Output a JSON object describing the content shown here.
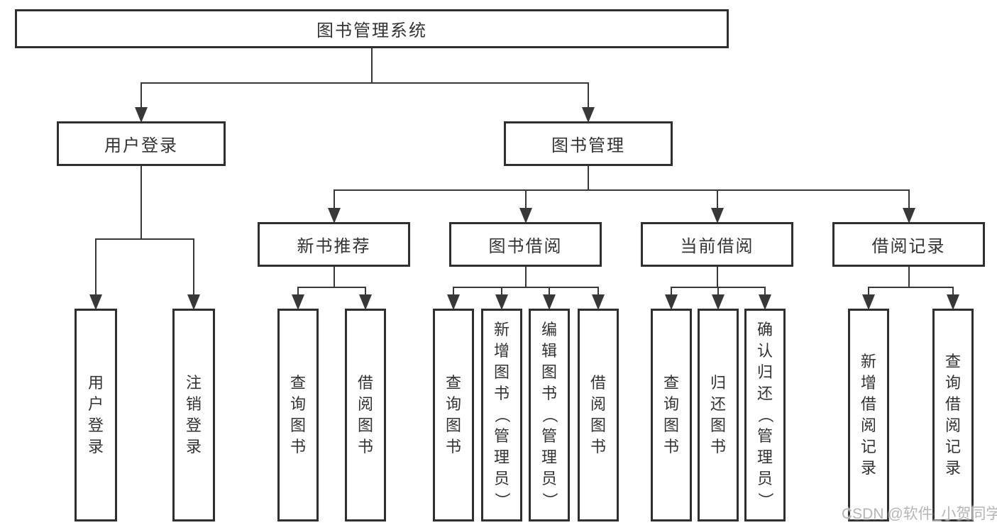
{
  "watermark": "CSDN @软件_小贺同学",
  "colors": {
    "background": "#ffffff",
    "box_border": "#2f2f2f",
    "box_fill": "#ffffff",
    "line": "#383838",
    "text": "#333333",
    "watermark": "#b5b5b5"
  },
  "tree": {
    "id": "root",
    "label": "图书管理系统",
    "children": [
      {
        "id": "user-login",
        "label": "用户登录",
        "children": [
          {
            "id": "leaf-user-login",
            "label": "用户登录"
          },
          {
            "id": "leaf-logout",
            "label": "注销登录"
          }
        ]
      },
      {
        "id": "book-mgmt",
        "label": "图书管理",
        "children": [
          {
            "id": "new-book",
            "label": "新书推荐",
            "children": [
              {
                "id": "leaf-nb-query",
                "label": "查询图书"
              },
              {
                "id": "leaf-nb-borrow",
                "label": "借阅图书"
              }
            ]
          },
          {
            "id": "book-borrow",
            "label": "图书借阅",
            "children": [
              {
                "id": "leaf-bb-query",
                "label": "查询图书"
              },
              {
                "id": "leaf-bb-add",
                "label": "新增图书（管理员）"
              },
              {
                "id": "leaf-bb-edit",
                "label": "编辑图书（管理员）"
              },
              {
                "id": "leaf-bb-borrow",
                "label": "借阅图书"
              }
            ]
          },
          {
            "id": "current-borrow",
            "label": "当前借阅",
            "children": [
              {
                "id": "leaf-cb-query",
                "label": "查询图书"
              },
              {
                "id": "leaf-cb-return",
                "label": "归还图书"
              },
              {
                "id": "leaf-cb-confirm",
                "label": "确认归还（管理员）"
              }
            ]
          },
          {
            "id": "borrow-record",
            "label": "借阅记录",
            "children": [
              {
                "id": "leaf-br-add",
                "label": "新增借阅记录"
              },
              {
                "id": "leaf-br-query",
                "label": "查询借阅记录"
              }
            ]
          }
        ]
      }
    ]
  }
}
